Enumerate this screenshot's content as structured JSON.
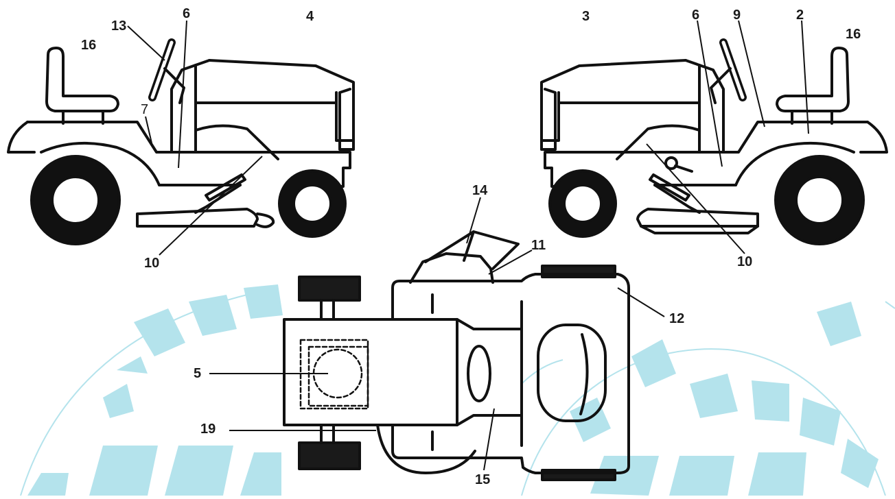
{
  "diagram": {
    "callouts": {
      "left_16": "16",
      "left_13": "13",
      "left_6": "6",
      "left_4": "4",
      "left_7": "7",
      "left_10": "10",
      "right_3": "3",
      "right_6": "6",
      "right_9": "9",
      "right_2": "2",
      "right_16": "16",
      "right_10": "10",
      "top_14": "14",
      "top_11": "11",
      "top_12": "12",
      "top_5": "5",
      "top_19": "19",
      "top_15": "15"
    }
  },
  "colors": {
    "line": "#111111",
    "watermark": "#b4e3ec",
    "tire": "#1a1a1a",
    "background": "#ffffff"
  },
  "icons": {
    "watermark": "gear-watermark-icon",
    "left_view": "tractor-left-side-icon",
    "right_view": "tractor-right-side-icon",
    "top_view": "tractor-top-view-icon"
  }
}
